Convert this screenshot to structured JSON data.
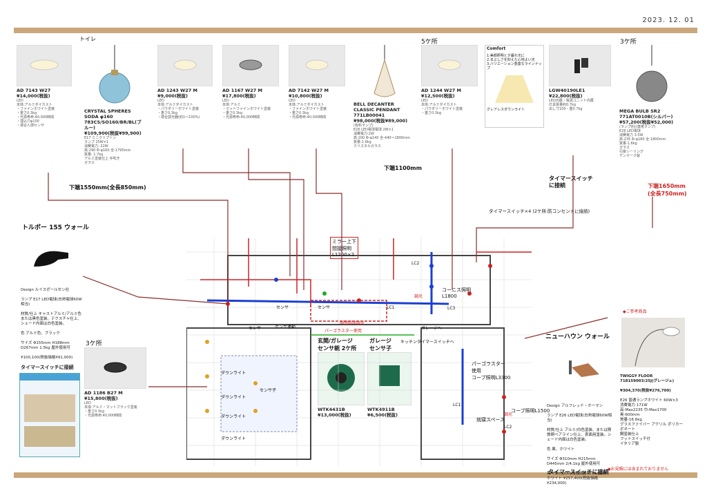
{
  "date": "2023. 12. 01",
  "sections": {
    "toilet": "トイレ",
    "five": "5ケ所",
    "three_top": "3ケ所",
    "three_left": "3ケ所",
    "ref": "◆ご参考商品",
    "note": "◆お見積には含まれておりません"
  },
  "cards": [
    {
      "name": "AD 7143 W27",
      "price": "¥14,000(税抜)",
      "spec": "LED\n本体:アルミダイカスト\n・ファインホワイト塗装\n・重さ0.3kg\n・光源寿命:40,000時間\n・埋込穴φ100\n・適合人感センサ"
    },
    {
      "name": "CRYSTAL SPHERES SODA φ160\n783CS/SO160/BR/BL(ブルー)",
      "price": "¥109,900(税抜¥99,900)",
      "spec": "E17 ミニクリプトン\nランプ 25W×1\n消費電力: 22W\n高-290 Φ-φ160 全-1795mm\n質量: 1.7kg\nアルミ塗装仕上 手吹き\nガラス"
    },
    {
      "name": "AD 1243 W27 M",
      "price": "¥9,000(税抜)",
      "spec": "LED\n本体:アルミダイカスト\n・パウダリーホワイト塗装\n・重さ0.3kg\n・適合調光器(約1〜100%)"
    },
    {
      "name": "AD 1167 W27 M",
      "price": "¥17,800(税抜)",
      "spec": "LED\n本体:アルミ\n・マットファインホワイト塗装\n・重さ0.3kg\n・光源寿命:40,000時間"
    },
    {
      "name": "AD 7142 W27 M",
      "price": "¥10,800(税抜)",
      "spec": "LED\n本体:アルミダイカスト\n・ファインホワイト塗装\n・重さ0.3kg\n・光源寿命:40,000時間"
    },
    {
      "name": "BELL DECANTER CLASSIC PENDANT\n771LB00041",
      "price": "¥98,000(税抜¥89,000)",
      "spec": "(有料ランプ)\nE26 LED電球電球 2W×1\n消費電力:2W\n高-200 Φ-φ140 全-440〜1800mm\n質量-1.6kg\nクリスタルガラス"
    },
    {
      "name": "AD 1244 W27 M",
      "price": "¥12,500(税抜)",
      "spec": "LED\n本体:アルミダイカスト\n・パウダリーホワイト塗装\n・重さ0.3kg"
    },
    {
      "name": "LGW40190LE1",
      "price": "¥22,800(税抜)",
      "spec": "LED内蔵・電源ユニット内蔵\n灯具質量約0.7kg\n出し寸100・重0.7kg"
    },
    {
      "name": "MEGA BULB SR2\n771AT0010B(シルバー)",
      "price": "¥57,200(税抜¥52,000)",
      "spec": "(ランプ別)(専用ランプ)\nE26 LED電球\n消費電力 3.5W\n高-235 Φ-φ180 全-1800mm\n質量-1.6kg\nガラス\n引掛シーリング\nデンマーク製"
    },
    {
      "name": "AD 1186 B27 M",
      "price": "¥15,800(税抜)",
      "spec": "LED\n本体:アルミ・マットブラック塗装\n・重さ0.3kg\n・光源寿命:40,000時間"
    }
  ],
  "comfort": {
    "title": "Comfort",
    "items": [
      "1.美顔照明と夕暮れ光に",
      "2.まぶしさを抑えた心地よい光",
      "3.バリエーション豊富なラインナップ"
    ],
    "caption": "グレアレスダウンライト"
  },
  "hand": {
    "pend1": "下端1550mm(全長850mm)",
    "pend2": "下端1100mm",
    "pend3": "下端1650mm",
    "pend3b": "(全長750mm)",
    "timer1": "タイマースイッチ",
    "timer1b": "に接続",
    "timer4": "タイマースイッチ×4 (2ケ所:防コンセントに接続)",
    "tolbor": "トルボー 155 ウォール",
    "tolbor_timer": "タイマースイッチに接続",
    "newhaven": "ニューハウン ウォール",
    "newhaven_timer": "タイマースイッチに接続",
    "mirror": "ミラー上下\n間接照明\nL1200×2",
    "cove1": "コーニス照明\nL1800",
    "cove2": "パーゴラスター\n使用\nコーブ照明L3300",
    "cove3": "コーブ照明L1500",
    "genkan": "玄関/ガレージ\nセンサ親 2ケ所",
    "garage": "ガレージ\nセンサ子",
    "study": "就寝スペース"
  },
  "tolbor_spec": {
    "design": "Design ルイスポールセン社",
    "lamp": "ランプ E17 LED電球(白熱電球60W相当)",
    "mat": "材質/仕上 キャストアルミ/アルミ色または黒色塗装、テクスチャ仕上、シェード内面は白色塗装。",
    "color": "色 アルミ色、ブラック",
    "size": "サイズ Φ155mm H188mm D267mm 1.5kg 屋外使用可",
    "price": "¥100,100(税抜価格¥91,000)"
  },
  "newhaven_spec": {
    "design": "Design アルフレッド・ホーマン",
    "lamp": "ランプ E26 LED電球(白熱電球60W相当)",
    "mat": "材質/仕上 アルミ/白色塗装、または剛鉄銅ベアライン仕上、表面用塗装。シェード内面は白色塗装。",
    "color": "色 黒、ホワイト",
    "size": "サイズ Φ310mm H215mm D445mm 2/4.1kg 屋外使用可",
    "price": "黒 ¥300,300(税抜価格¥273,000)\nホワイト ¥257,400(税抜価格¥234,000)"
  },
  "twiggy": {
    "name": "TWIGGY FLOOR\n718159003/25J(グレージュ)",
    "price": "¥304,370(税抜¥276,700)",
    "spec": "E26 普通ランプホワイト 60W×3\n消費電力 171W\n高-Max2235 巾-Max1700 奥-600mm\n質量-16.6kg\nグラスファイバー アクリル ポリカーボネート\n鋼塗装仕上\nフットスイッチ付\nイタリア製"
  },
  "sensor": {
    "name1": "WTK4431B",
    "price1": "¥13,000(税抜)",
    "name2": "WTK4911B",
    "price2": "¥6,500(税抜)"
  },
  "plan_labels": [
    "センサ",
    "センサ",
    "センサ",
    "調光",
    "調光",
    "LC1",
    "LC2",
    "LC3",
    "LC1",
    "LC2",
    "ダウンライト",
    "ダウンライト",
    "ダウンライト",
    "ダウンライト",
    "開閉照明調光",
    "センサ連動",
    "センサ子",
    "パーゴラスター使用",
    "キッチンタイマースイッチへ",
    "ガレージへ"
  ],
  "colors": {
    "wood": "#c9a77a",
    "red": "#c22",
    "blue": "#1a3fd1",
    "green": "#2a2",
    "grid": "#ccc"
  }
}
